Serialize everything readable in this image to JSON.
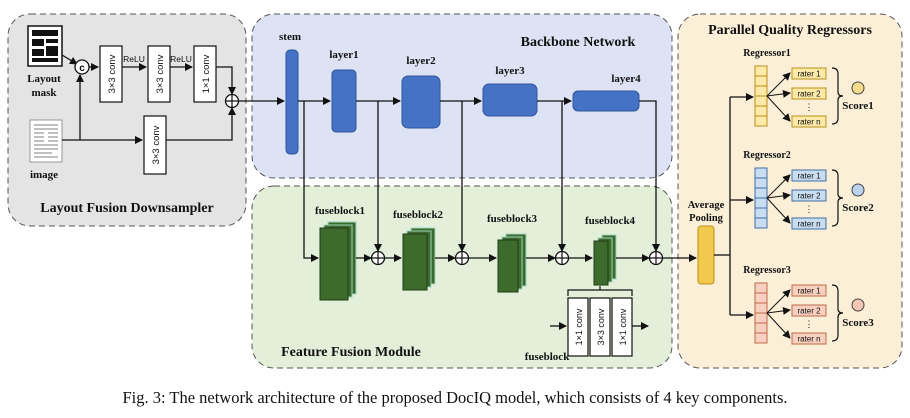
{
  "sections": {
    "downsampler": "Layout Fusion Downsampler",
    "backbone": "Backbone Network",
    "fusion": "Feature Fusion Module",
    "regressors": "Parallel Quality Regressors"
  },
  "inputs": {
    "layout": [
      "Layout",
      "mask"
    ],
    "image": "image"
  },
  "ops": {
    "concat": "c",
    "conv3": "3×3 conv",
    "conv1": "1×1 conv",
    "relu": "ReLU"
  },
  "backbone": {
    "stem": "stem",
    "layers": [
      "layer1",
      "layer2",
      "layer3",
      "layer4"
    ]
  },
  "fusion": {
    "blocks": [
      "fuseblock1",
      "fuseblock2",
      "fuseblock3",
      "fuseblock4"
    ],
    "detail_label": "fuseblock"
  },
  "pooling": [
    "Average",
    "Pooling"
  ],
  "regressors": [
    {
      "name": "Regressor1",
      "score": "Score1"
    },
    {
      "name": "Regressor2",
      "score": "Score2"
    },
    {
      "name": "Regressor3",
      "score": "Score3"
    }
  ],
  "raters": [
    "rater 1",
    "rater 2",
    "⋮",
    "rater n"
  ],
  "caption": "Fig. 3: The network architecture of the proposed DocIQ model, which consists of 4 key components.",
  "colors": {
    "downsampler_bg": "#e4e4e4",
    "backbone_bg": "#dde3f5",
    "fusion_bg": "#e3efd9",
    "regressor_bg": "#fbefd8",
    "layer_blue": "#4472c4",
    "fuse_green": "#3d6b2c",
    "pool_yellow": "#f2c94c",
    "reg1": "#fde9a8",
    "reg2": "#c9ddf0",
    "reg3": "#f7d0c0",
    "score1": "#f6dc8a",
    "score2": "#bcd3ee",
    "score3": "#f5c6b4"
  }
}
